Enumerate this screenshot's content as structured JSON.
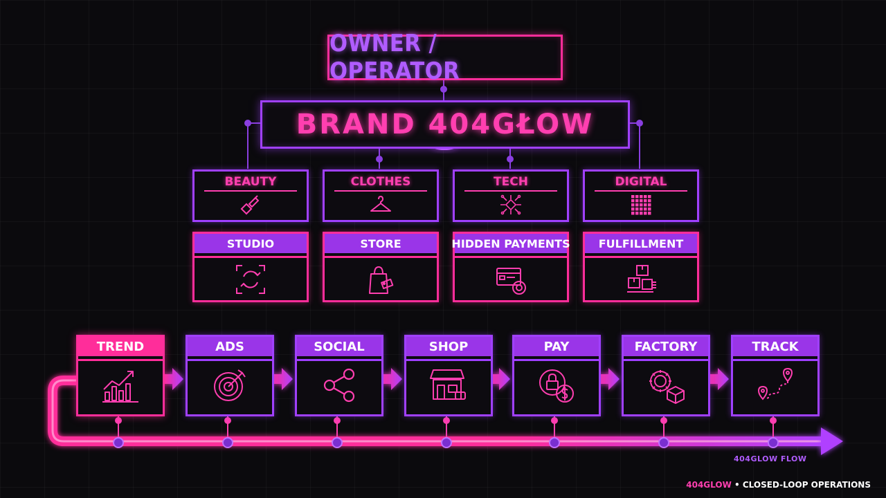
{
  "owner": {
    "title": "OWNER / OPERATOR"
  },
  "brand": {
    "title": "BRAND 404GŁOW"
  },
  "categories": [
    {
      "label": "BEAUTY",
      "icon": "lipstick-icon"
    },
    {
      "label": "CLOTHES",
      "icon": "hanger-icon"
    },
    {
      "label": "TECH",
      "icon": "circuit-chip-icon"
    },
    {
      "label": "DIGITAL",
      "icon": "pixel-grid-icon"
    }
  ],
  "services": [
    {
      "label": "STUDIO",
      "icon": "camera-cycle-icon"
    },
    {
      "label": "STORE",
      "icon": "shopping-bag-icon"
    },
    {
      "label": "HIDDEN PAYMENTS",
      "icon": "credit-card-icon"
    },
    {
      "label": "FULFILLMENT",
      "icon": "boxes-icon"
    }
  ],
  "flow": {
    "steps": [
      {
        "label": "TREND",
        "icon": "trend-chart-icon",
        "active": true
      },
      {
        "label": "ADS",
        "icon": "target-icon",
        "active": false
      },
      {
        "label": "SOCIAL",
        "icon": "share-icon",
        "active": false
      },
      {
        "label": "SHOP",
        "icon": "storefront-icon",
        "active": false
      },
      {
        "label": "PAY",
        "icon": "lock-coin-icon",
        "active": false
      },
      {
        "label": "FACTORY",
        "icon": "gear-box-icon",
        "active": false
      },
      {
        "label": "TRACK",
        "icon": "route-pin-icon",
        "active": false
      }
    ],
    "label": "404GLOW FLOW"
  },
  "footer": {
    "brand": "404GLOW",
    "separator": " • ",
    "text": "CLOSED-LOOP OPERATIONS"
  },
  "colors": {
    "pink": "#ff2d9a",
    "purple": "#a040ff",
    "header_purple": "#9a35e8",
    "background": "#0b0a0d"
  }
}
